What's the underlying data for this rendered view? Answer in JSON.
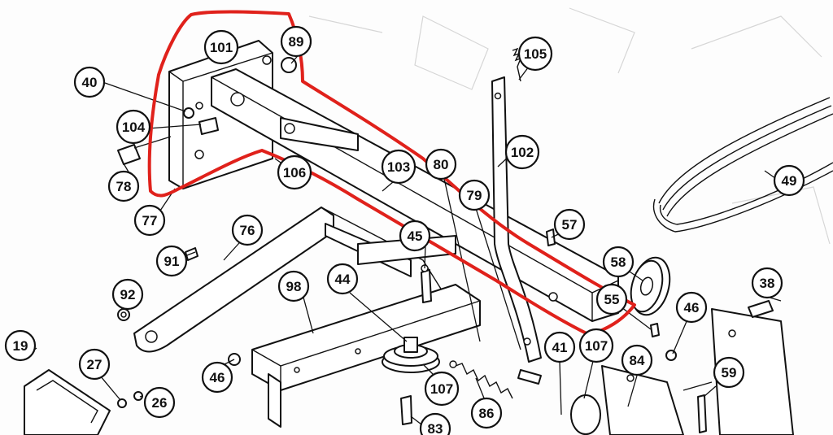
{
  "figure": {
    "background": "#fdfdfd",
    "line_color": "#111111",
    "markup_color": "#e0211b"
  },
  "callouts": [
    {
      "id": "101",
      "label": "101"
    },
    {
      "id": "89",
      "label": "89"
    },
    {
      "id": "105",
      "label": "105"
    },
    {
      "id": "40",
      "label": "40"
    },
    {
      "id": "104",
      "label": "104"
    },
    {
      "id": "78",
      "label": "78"
    },
    {
      "id": "77",
      "label": "77"
    },
    {
      "id": "106",
      "label": "106"
    },
    {
      "id": "103",
      "label": "103"
    },
    {
      "id": "80",
      "label": "80"
    },
    {
      "id": "79",
      "label": "79"
    },
    {
      "id": "102",
      "label": "102"
    },
    {
      "id": "49",
      "label": "49"
    },
    {
      "id": "76",
      "label": "76"
    },
    {
      "id": "91",
      "label": "91"
    },
    {
      "id": "45",
      "label": "45"
    },
    {
      "id": "57",
      "label": "57"
    },
    {
      "id": "58",
      "label": "58"
    },
    {
      "id": "55",
      "label": "55"
    },
    {
      "id": "92",
      "label": "92"
    },
    {
      "id": "98",
      "label": "98"
    },
    {
      "id": "44",
      "label": "44"
    },
    {
      "id": "46a",
      "label": "46"
    },
    {
      "id": "38",
      "label": "38"
    },
    {
      "id": "19",
      "label": "19"
    },
    {
      "id": "27",
      "label": "27"
    },
    {
      "id": "26",
      "label": "26"
    },
    {
      "id": "46b",
      "label": "46"
    },
    {
      "id": "107a",
      "label": "107"
    },
    {
      "id": "86",
      "label": "86"
    },
    {
      "id": "41",
      "label": "41"
    },
    {
      "id": "107b",
      "label": "107"
    },
    {
      "id": "84",
      "label": "84"
    },
    {
      "id": "59",
      "label": "59"
    },
    {
      "id": "83",
      "label": "83"
    }
  ]
}
